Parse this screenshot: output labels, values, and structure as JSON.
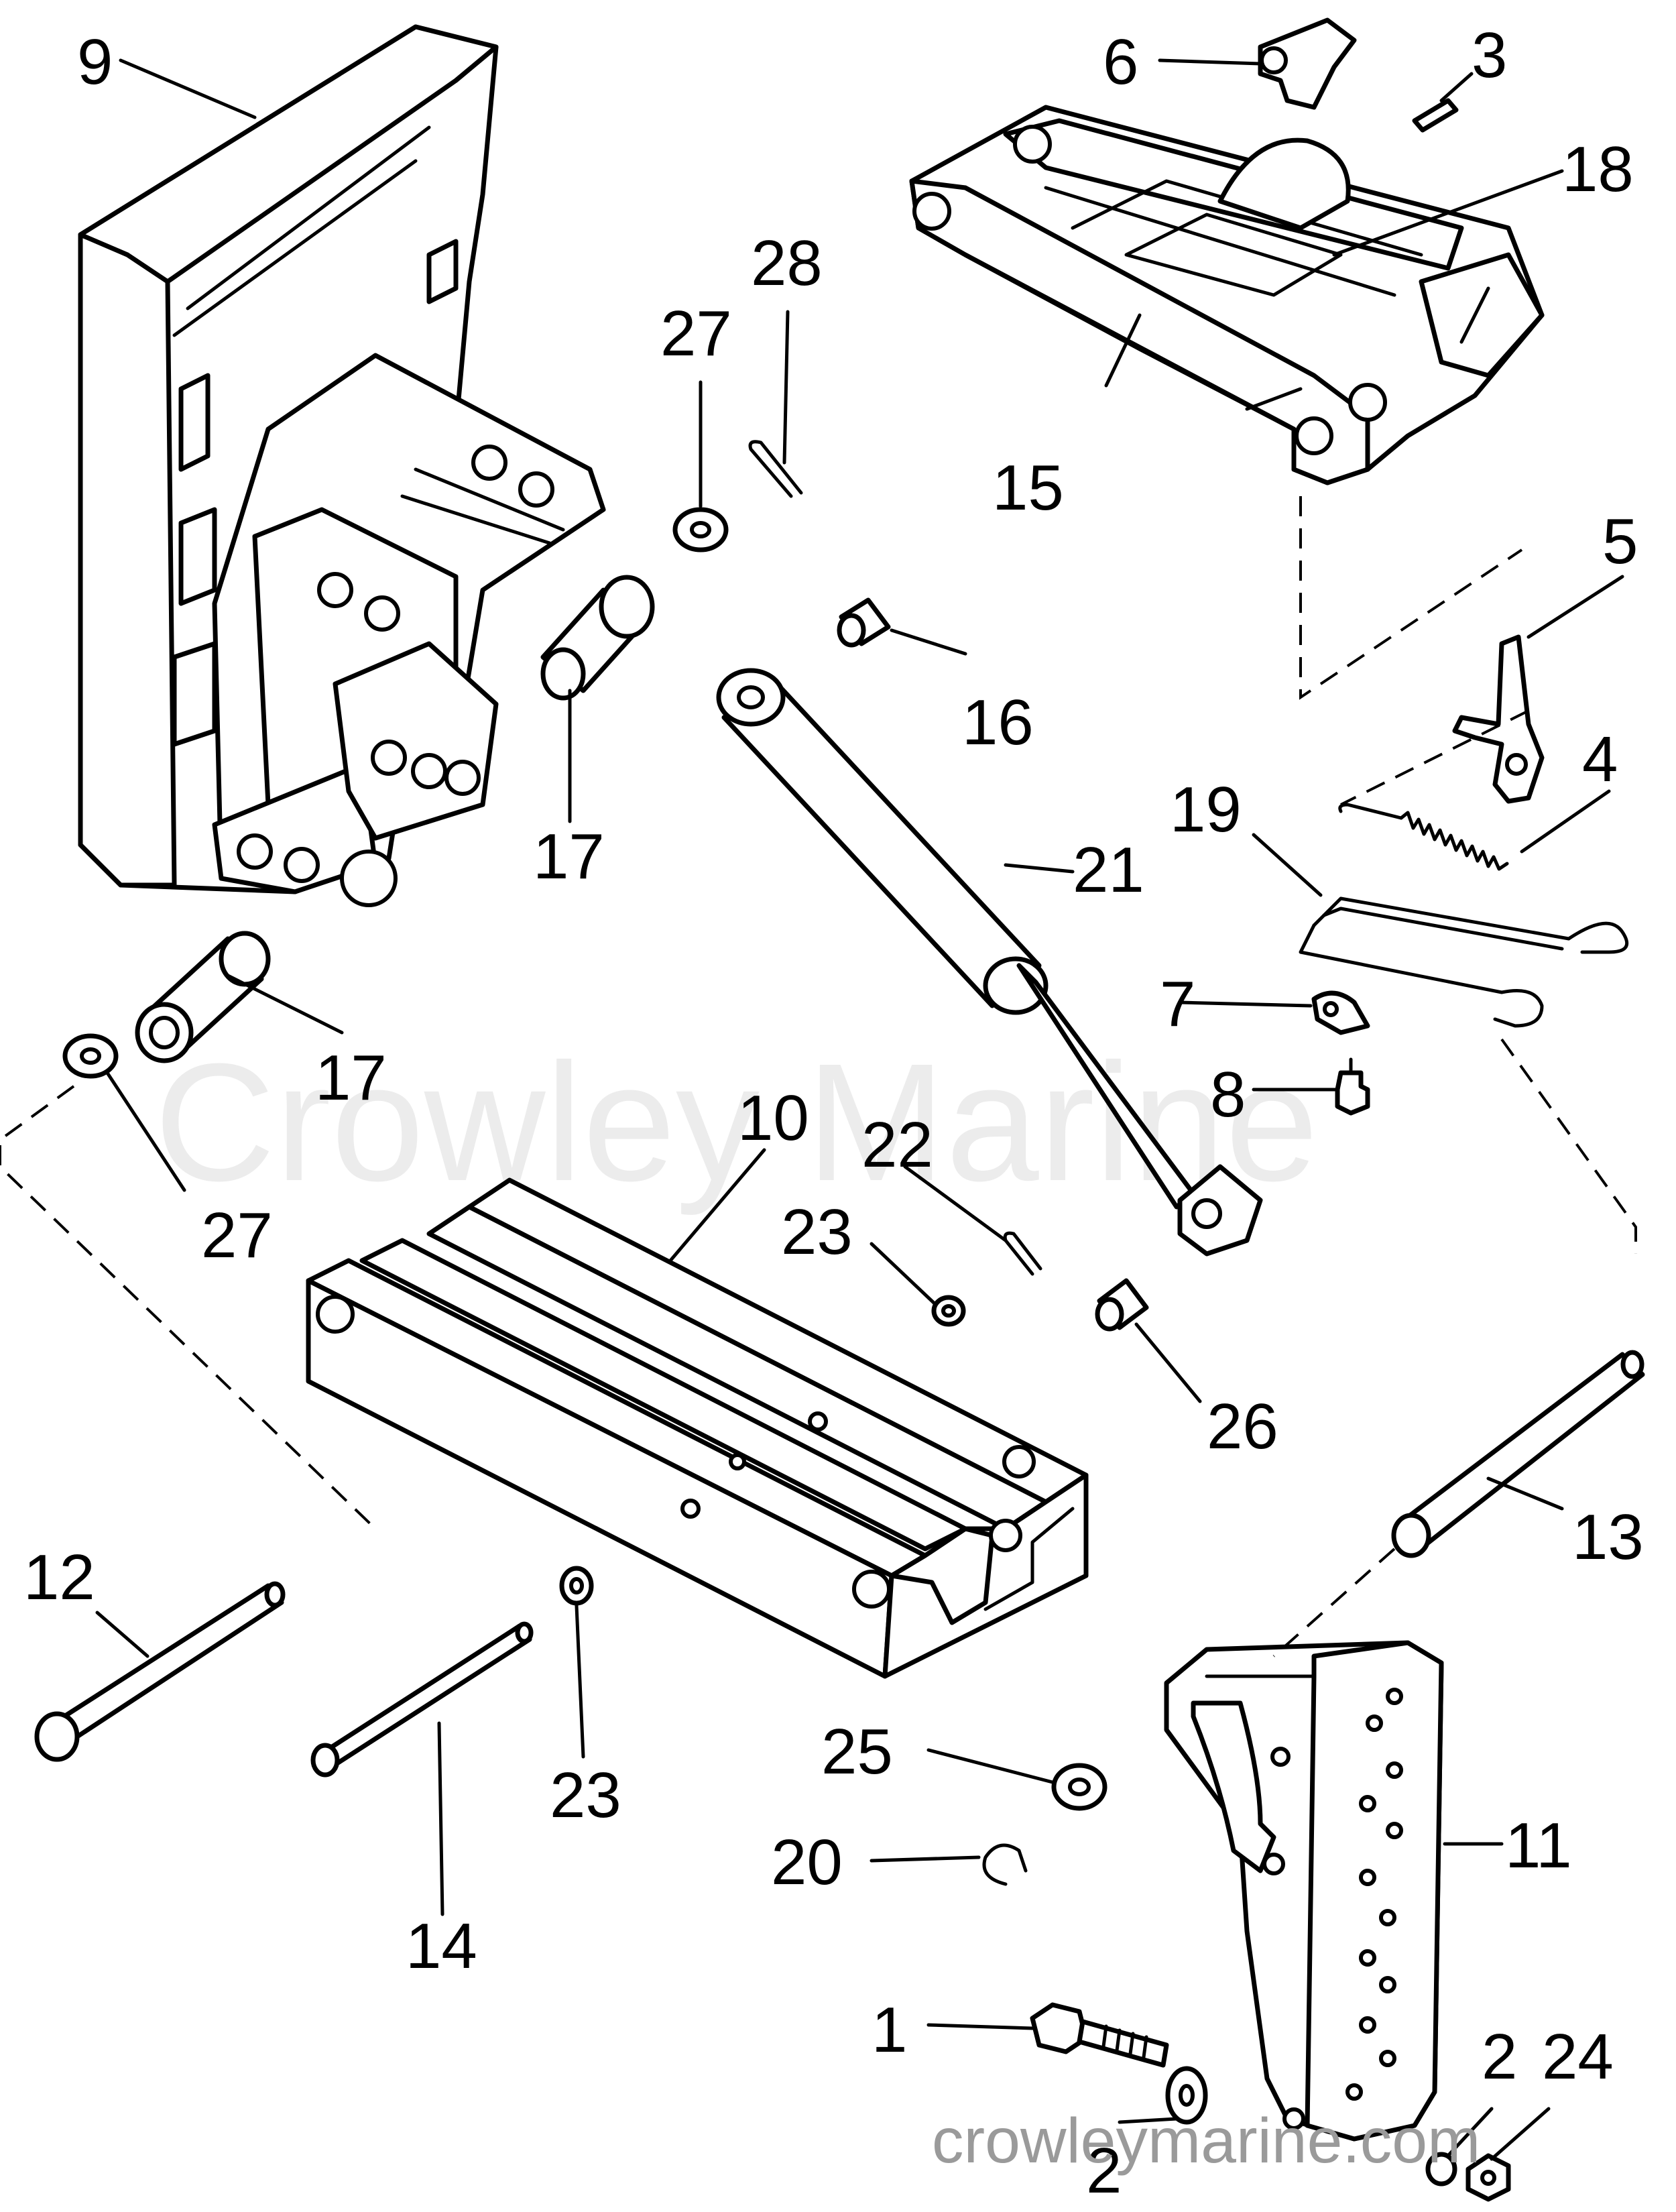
{
  "colors": {
    "line": "#000000",
    "background": "#ffffff",
    "watermark_main": "#ececec",
    "watermark_url": "#9a9a9a"
  },
  "watermarks": {
    "main": "Crowley Marine",
    "url": "crowleymarine.com"
  },
  "callouts": {
    "c1": "1",
    "c2a": "2",
    "c2b": "2",
    "c3": "3",
    "c4": "4",
    "c5": "5",
    "c6": "6",
    "c7": "7",
    "c8": "8",
    "c9": "9",
    "c10": "10",
    "c11": "11",
    "c12": "12",
    "c13": "13",
    "c14": "14",
    "c15": "15",
    "c16": "16",
    "c17a": "17",
    "c17b": "17",
    "c18": "18",
    "c19": "19",
    "c20": "20",
    "c21": "21",
    "c22": "22",
    "c23a": "23",
    "c23b": "23",
    "c24": "24",
    "c25": "25",
    "c26": "26",
    "c27a": "27",
    "c27b": "27",
    "c28": "28"
  }
}
